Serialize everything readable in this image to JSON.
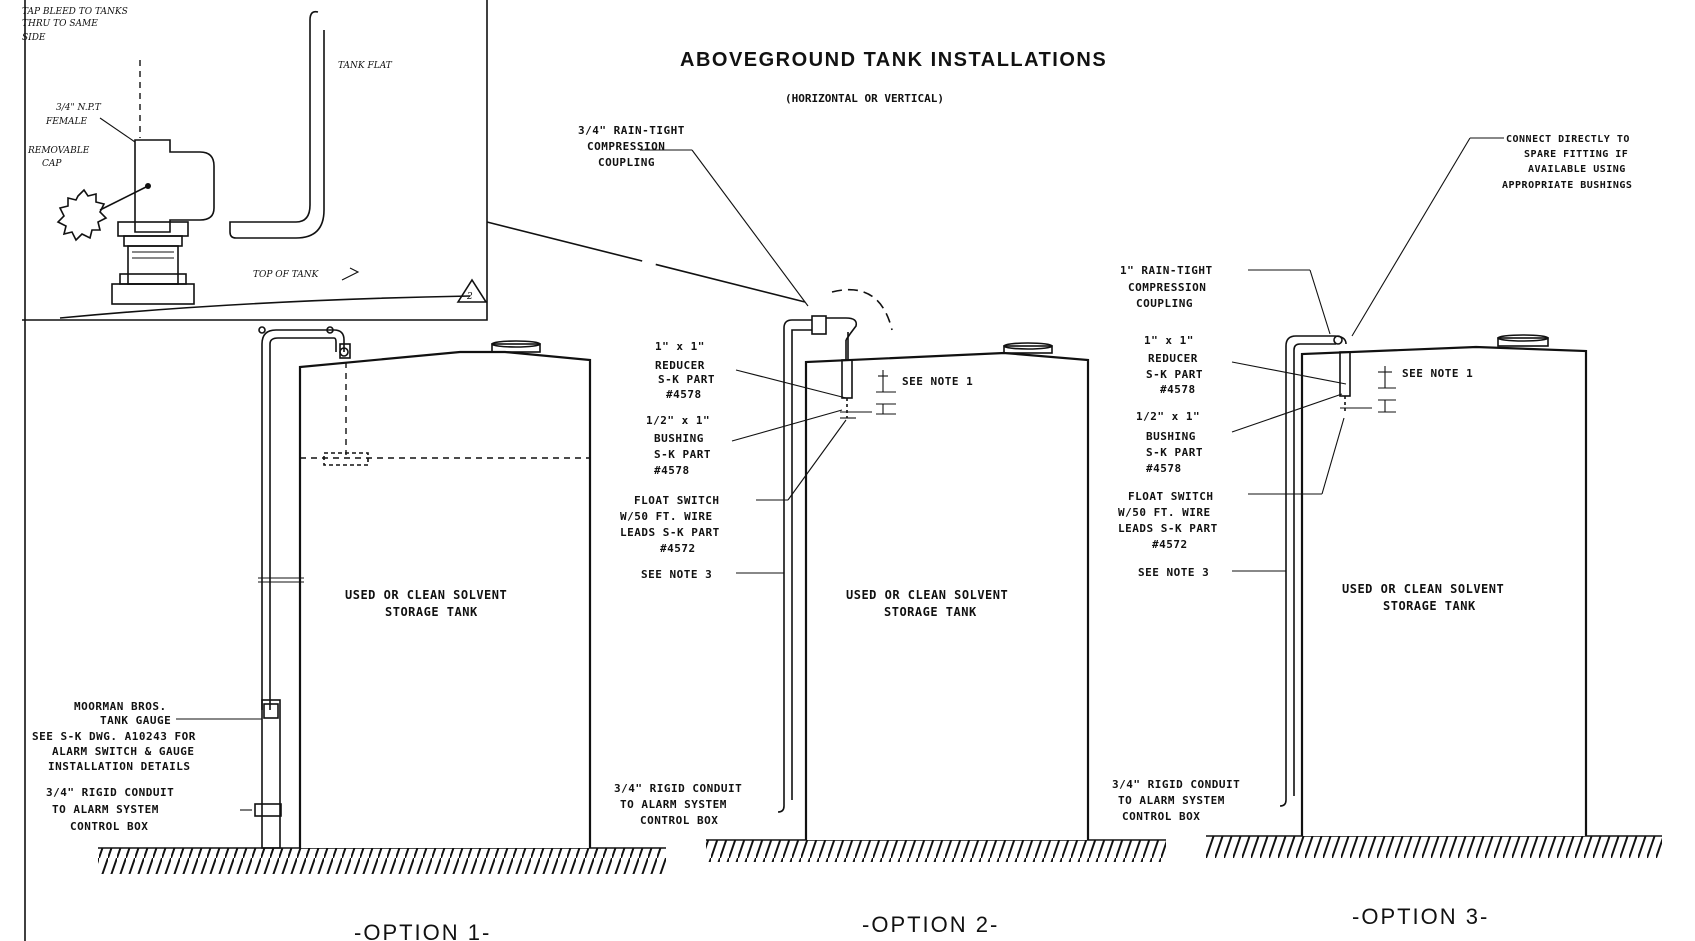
{
  "title": "ABOVEGROUND TANK INSTALLATIONS",
  "subtitle": "(HORIZONTAL OR VERTICAL)",
  "inset": {
    "corner_note": [
      "TAP BLEED TO TANKS",
      "THRU TO SAME",
      "SIDE"
    ],
    "tank_flat": "TANK FLAT",
    "male_fitting": [
      "3/4\" N.P.T",
      "FEMALE"
    ],
    "removable_cap": [
      "REMOVABLE",
      "CAP"
    ],
    "top_of_tank": "TOP OF TANK",
    "detail_number": "2"
  },
  "tank_label": [
    "USED OR CLEAN SOLVENT",
    "STORAGE TANK"
  ],
  "option1": {
    "label": "-OPTION  1-",
    "gauge": [
      "MOORMAN BROS.",
      "TANK GAUGE",
      "SEE S-K DWG. A10243 FOR",
      "ALARM SWITCH & GAUGE",
      "INSTALLATION DETAILS"
    ],
    "conduit": [
      "3/4\" RIGID CONDUIT",
      "TO ALARM SYSTEM",
      "CONTROL BOX"
    ]
  },
  "option2": {
    "label": "-OPTION  2-",
    "coupling": [
      "3/4\" RAIN-TIGHT",
      "COMPRESSION",
      "COUPLING"
    ],
    "reducer": [
      "1\" x 1\"",
      "REDUCER",
      "S-K PART",
      "#4578"
    ],
    "bushing": [
      "1/2\" x 1\"",
      "BUSHING",
      "S-K PART",
      "#4578"
    ],
    "float": [
      "FLOAT SWITCH",
      "W/50 FT. WIRE",
      "LEADS S-K PART",
      "#4572"
    ],
    "note1": "SEE NOTE 1",
    "note3": "SEE NOTE 3",
    "conduit": [
      "3/4\" RIGID CONDUIT",
      "TO ALARM SYSTEM",
      "CONTROL BOX"
    ]
  },
  "option3": {
    "label": "-OPTION  3-",
    "connect": [
      "CONNECT DIRECTLY TO",
      "SPARE FITTING IF",
      "AVAILABLE USING",
      "APPROPRIATE BUSHINGS"
    ],
    "coupling": [
      "1\" RAIN-TIGHT",
      "COMPRESSION",
      "COUPLING"
    ],
    "reducer": [
      "1\" x 1\"",
      "REDUCER",
      "S-K PART",
      "#4578"
    ],
    "bushing": [
      "1/2\" x 1\"",
      "BUSHING",
      "S-K PART",
      "#4578"
    ],
    "float": [
      "FLOAT SWITCH",
      "W/50 FT. WIRE",
      "LEADS S-K PART",
      "#4572"
    ],
    "note1": "SEE NOTE 1",
    "note3": "SEE NOTE 3",
    "conduit": [
      "3/4\" RIGID CONDUIT",
      "TO ALARM SYSTEM",
      "CONTROL BOX"
    ]
  }
}
